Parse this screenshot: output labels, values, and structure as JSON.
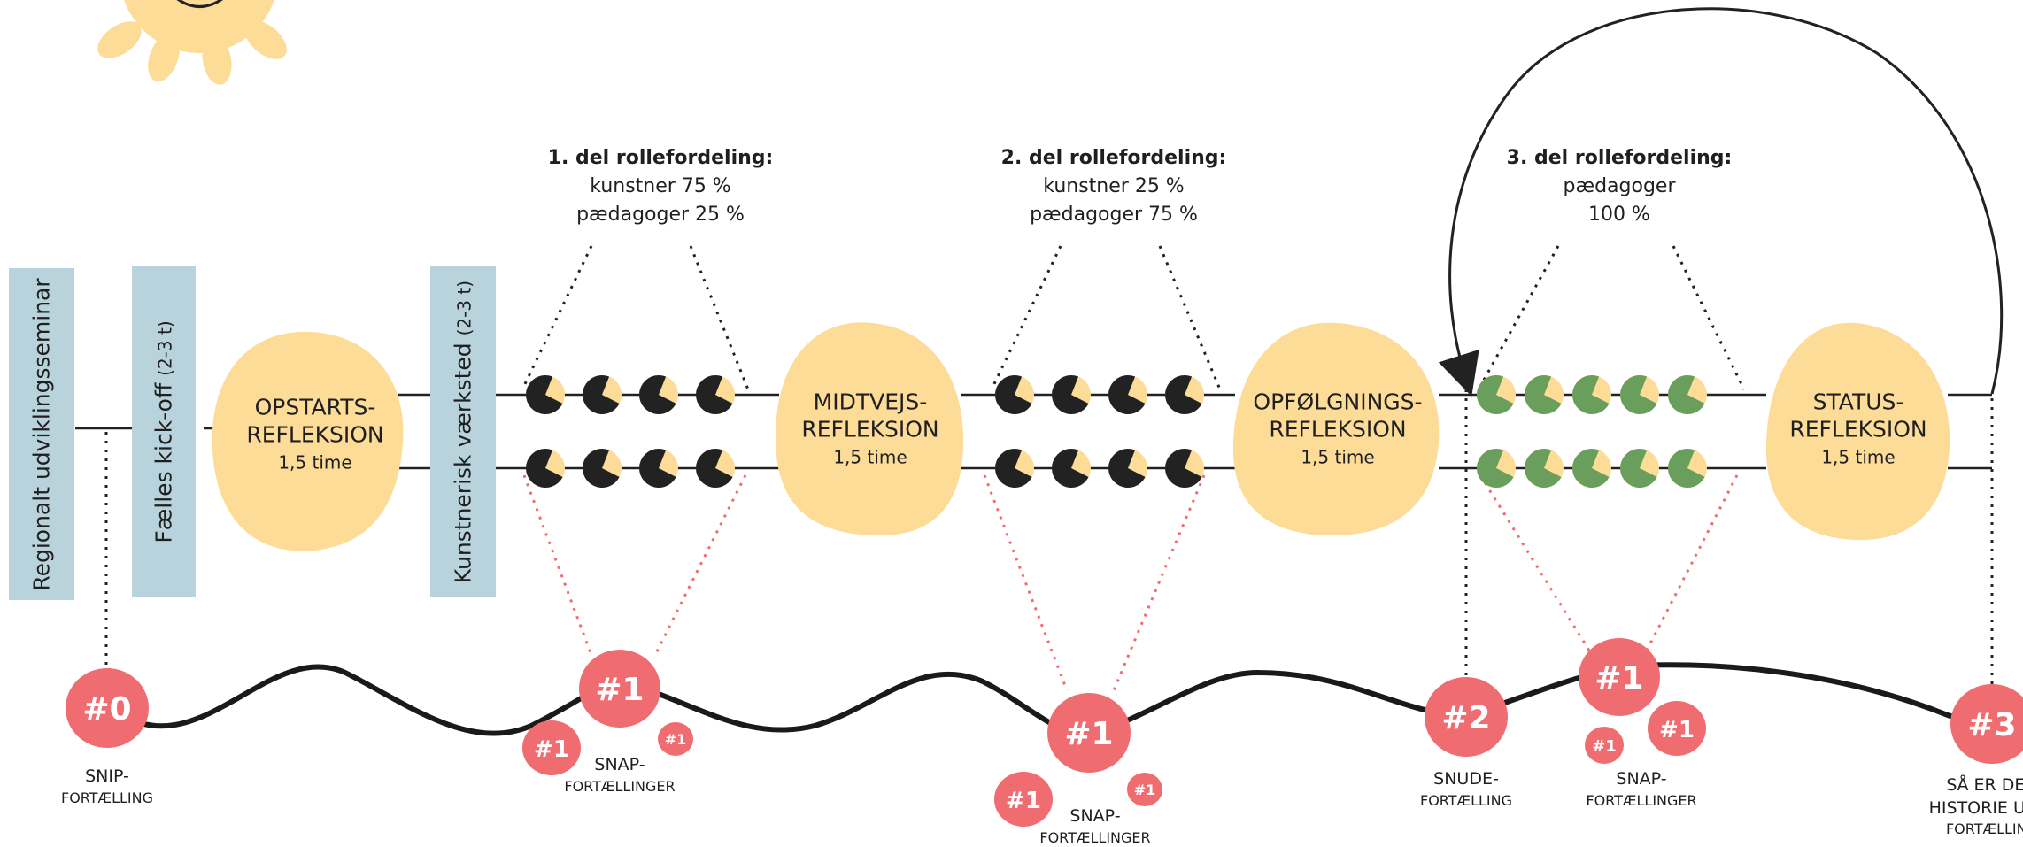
{
  "phases": {
    "regional": "Regionalt udviklingsseminar",
    "kickoff": "Fælles kick-off",
    "kickoff_hours": "(2-3 t)",
    "workshop": "Kunstnerisk værksted",
    "workshop_hours": "(2-3 t)"
  },
  "reflections": [
    {
      "title1": "OPSTARTS-",
      "title2": "REFLEKSION",
      "duration": "1,5 time"
    },
    {
      "title1": "MIDTVEJS-",
      "title2": "REFLEKSION",
      "duration": "1,5 time"
    },
    {
      "title1": "OPFØLGNINGS-",
      "title2": "REFLEKSION",
      "duration": "1,5 time"
    },
    {
      "title1": "STATUS-",
      "title2": "REFLEKSION",
      "duration": "1,5 time"
    }
  ],
  "role_distribution": [
    {
      "heading": "1. del rollefordeling:",
      "line1": "kunstner 75 %",
      "line2": "pædagoger 25 %"
    },
    {
      "heading": "2. del rollefordeling:",
      "line1": "kunstner 25 %",
      "line2": "pædagoger 75 %"
    },
    {
      "heading": "3. del rollefordeling:",
      "line1": "pædagoger",
      "line2": "100 %"
    }
  ],
  "badges": {
    "b0": "#0",
    "b1": "#1",
    "b2": "#2",
    "b3": "#3"
  },
  "captions": {
    "snip_1": "SNIP-",
    "snip_2": "FORTÆLLING",
    "snap_1": "SNAP-",
    "snap_2": "FORTÆLLINGER",
    "snude_1": "SNUDE-",
    "snude_2": "FORTÆLLING",
    "end_1": "SÅ ER DEN",
    "end_2": "HISTORIE UDE-",
    "end_3": "FORTÆLLING"
  },
  "colors": {
    "blue_box": "#b8d3dc",
    "blob_yellow": "#fcdc97",
    "badge_red": "#ef6d70",
    "dark_segment": "#222222",
    "green_segment": "#6a9e5d",
    "line": "#222222"
  }
}
